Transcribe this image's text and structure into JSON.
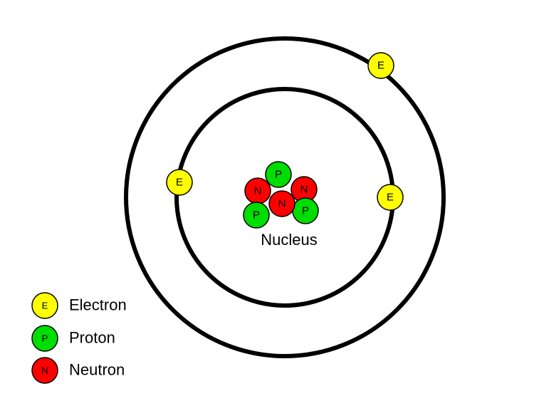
{
  "colors": {
    "electron": "#ffff00",
    "proton": "#00dd00",
    "neutron": "#ff0000",
    "orbit": "#000000"
  },
  "particle_letters": {
    "electron": "E",
    "proton": "P",
    "neutron": "N"
  },
  "nucleus": {
    "label": "Nucleus"
  },
  "legend": [
    {
      "letter": "E",
      "label": "Electron"
    },
    {
      "letter": "P",
      "label": "Proton"
    },
    {
      "letter": "N",
      "label": "Neutron"
    }
  ]
}
